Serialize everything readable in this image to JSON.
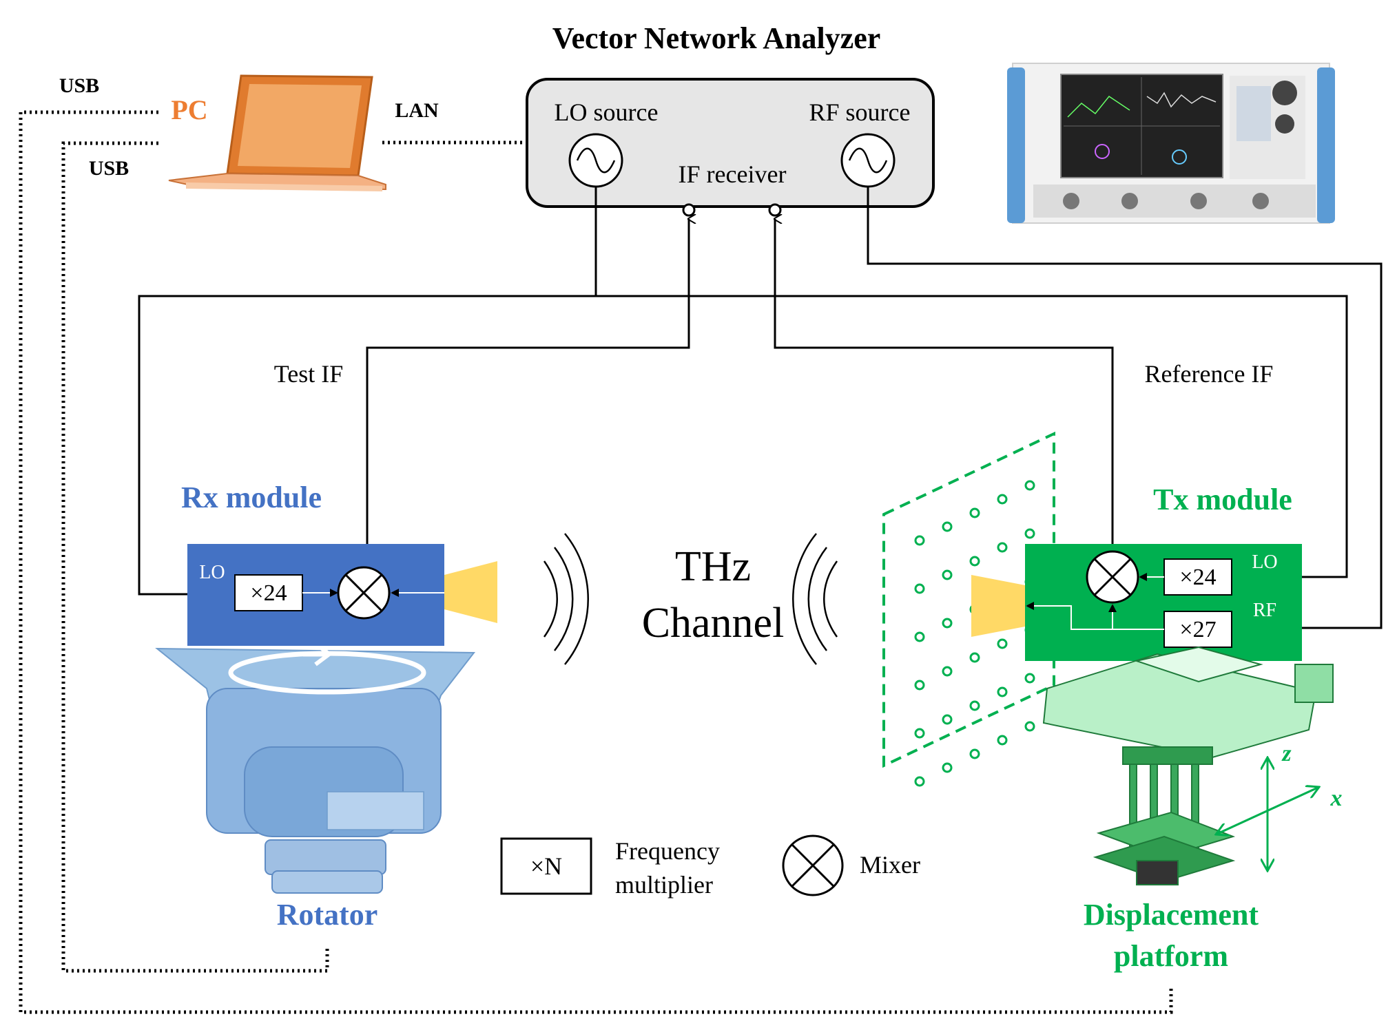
{
  "vna": {
    "title": "Vector Network Analyzer",
    "lo_source": "LO source",
    "rf_source": "RF source",
    "if_receiver": "IF receiver"
  },
  "pc": {
    "label": "PC",
    "usb_top": "USB",
    "usb_bottom": "USB",
    "lan": "LAN"
  },
  "signals": {
    "test_if": "Test IF",
    "reference_if": "Reference IF"
  },
  "rx": {
    "title": "Rx module",
    "lo_label": "LO",
    "multiplier": "×24",
    "rotator": "Rotator"
  },
  "tx": {
    "title": "Tx module",
    "lo_label": "LO",
    "rf_label": "RF",
    "multiplier_lo": "×24",
    "multiplier_rf": "×27",
    "platform_line1": "Displacement",
    "platform_line2": "platform"
  },
  "channel": {
    "line1": "THz",
    "line2": "Channel"
  },
  "legend": {
    "multiplier_symbol": "×N",
    "multiplier_line1": "Frequency",
    "multiplier_line2": "multiplier",
    "mixer": "Mixer"
  },
  "axes": {
    "x": "x",
    "z": "z"
  },
  "colors": {
    "rx_blue": "#4472c4",
    "tx_green": "#00b050",
    "pc_orange": "#ed7d31",
    "horn_yellow": "#ffd966",
    "rotator_blue": "#8cb4e0"
  }
}
